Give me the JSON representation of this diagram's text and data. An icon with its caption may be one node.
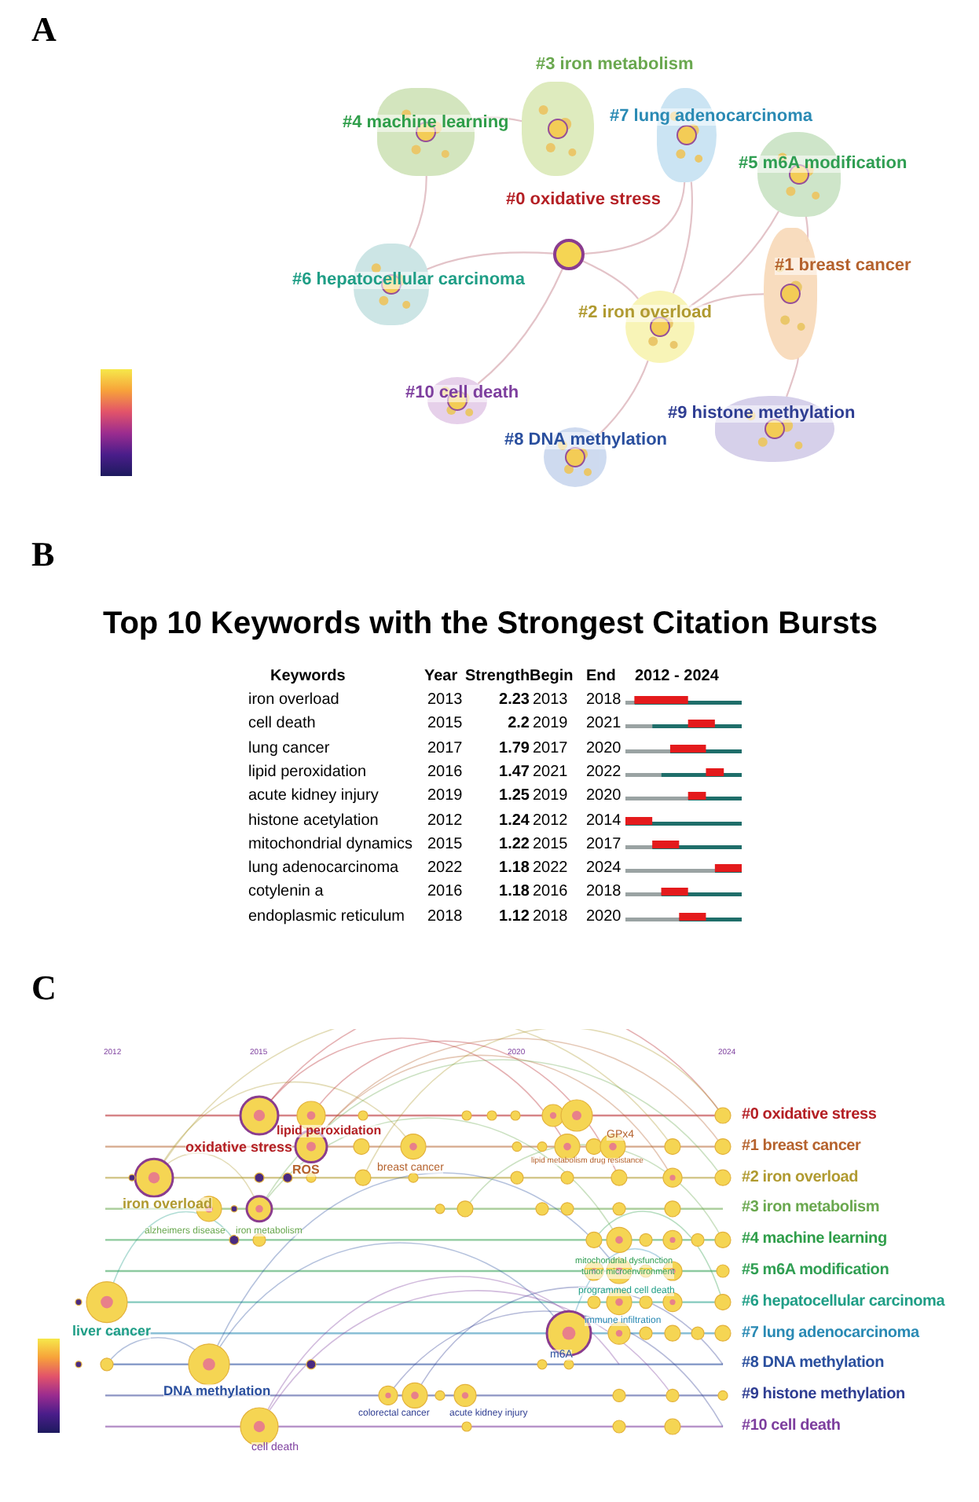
{
  "diagram": {
    "nodes": [
      {
        "text": [
          "#0 oxidative stress"
        ]
      },
      {
        "text": [
          "#1 breast cancer"
        ]
      },
      {
        "text": [
          "#2 iron overload"
        ]
      },
      {
        "text": [
          "#3 iron metabolism"
        ]
      },
      {
        "text": [
          "#4 machine learning"
        ]
      },
      {
        "text": [
          "#5 m6A modification"
        ]
      },
      {
        "text": [
          "#6 hepatocellular carcinoma"
        ]
      },
      {
        "text": [
          "#7 lung adenocarcinoma"
        ]
      },
      {
        "text": [
          "#8 DNA methylation"
        ]
      },
      {
        "text": [
          "#9 histone methylation"
        ]
      },
      {
        "text": [
          "#10 cell death"
        ]
      }
    ],
    "edges": [
      {
        "from": 4,
        "to": 6,
        "arrow": "none"
      },
      {
        "from": 4,
        "to": 3,
        "arrow": "none"
      },
      {
        "from": 6,
        "to": 0,
        "arrow": "none"
      },
      {
        "from": 0,
        "to": 2,
        "arrow": "none"
      },
      {
        "from": 0,
        "to": 10,
        "arrow": "none"
      },
      {
        "from": 0,
        "to": 7,
        "arrow": "none"
      },
      {
        "from": 2,
        "to": 8,
        "arrow": "none"
      },
      {
        "from": 2,
        "to": 1,
        "arrow": "none"
      },
      {
        "from": 7,
        "to": 2,
        "arrow": "none"
      },
      {
        "from": 5,
        "to": 2,
        "arrow": "none"
      },
      {
        "from": 1,
        "to": 9,
        "arrow": "none"
      },
      {
        "from": 5,
        "to": 1,
        "arrow": "none"
      }
    ],
    "labels": [
      "A",
      "B",
      "Top 10 Keywords with the Strongest Citation Bursts",
      "Keywords",
      "Year",
      "Strength",
      "Begin",
      "End",
      "2012 - 2024",
      "iron overload",
      "2013",
      "2.23",
      "2013",
      "2018",
      "cell death",
      "2015",
      "2.2",
      "2019",
      "2021",
      "lung cancer",
      "2017",
      "1.79",
      "2017",
      "2020",
      "lipid peroxidation",
      "2016",
      "1.47",
      "2021",
      "2022",
      "acute kidney injury",
      "2019",
      "1.25",
      "2019",
      "2020",
      "histone acetylation",
      "2012",
      "1.24",
      "2012",
      "2014",
      "mitochondrial dynamics",
      "2015",
      "1.22",
      "2015",
      "2017",
      "lung adenocarcinoma",
      "2022",
      "1.18",
      "2022",
      "2024",
      "cotylenin a",
      "2016",
      "1.18",
      "2016",
      "2018",
      "endoplasmic reticulum",
      "2018",
      "1.12",
      "2018",
      "2020",
      "C",
      "2012",
      "2015",
      "2020",
      "2024",
      "lipid peroxidation",
      "oxidative stress",
      "GPx4",
      "ROS",
      "breast cancer",
      "lipid metabolism drug resistance",
      "iron overload",
      "alzheimers disease",
      "iron metabolism",
      "mitochondrial dysfunction",
      "tumor microenvironment",
      "programmed cell death",
      "immune infiltration",
      "liver cancer",
      "m6A",
      "DNA methylation",
      "colorectal cancer",
      "acute kidney injury",
      "cell death",
      "#0 oxidative stress",
      "#1 breast cancer",
      "#2 iron overload",
      "#3 iron metabolism",
      "#4 machine learning",
      "#5 m6A modification",
      "#6 hepatocellular carcinoma",
      "#7 lung adenocarcinoma",
      "#8 DNA methylation",
      "#9 histone methylation",
      "#10 cell death"
    ]
  }
}
